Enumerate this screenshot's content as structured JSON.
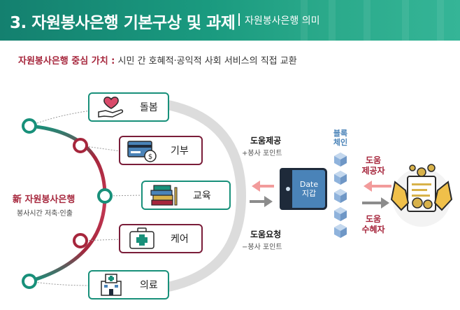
{
  "header": {
    "title": "3. 자원봉사은행 기본구상 및 과제",
    "subtitle": "자원봉사은행 의미"
  },
  "core_value": {
    "key": "자원봉사은행 중심 가치 :",
    "text": " 시민 간 호혜적·공익적 사회 서비스의 직접 교환"
  },
  "bank": {
    "title": "新 자원봉사은행",
    "subtitle": "봉사시간 저축·인출"
  },
  "services": [
    {
      "label": "돌봄",
      "icon": "heart-hand-icon"
    },
    {
      "label": "기부",
      "icon": "card-coin-icon"
    },
    {
      "label": "교육",
      "icon": "books-icon"
    },
    {
      "label": "케어",
      "icon": "first-aid-kit-icon"
    },
    {
      "label": "의료",
      "icon": "hospital-icon"
    }
  ],
  "flow": {
    "give_title": "도움제공",
    "give_sub": "+봉사 포인트",
    "request_title": "도움요청",
    "request_sub": "−봉사 포인트"
  },
  "wallet": {
    "line1": "Date",
    "line2": "지갑"
  },
  "blockchain": {
    "line1": "블록",
    "line2": "체인"
  },
  "roles": {
    "provider_line1": "도움",
    "provider_line2": "제공자",
    "receiver_line1": "도움",
    "receiver_line2": "수혜자"
  },
  "colors": {
    "header": "#1a9a7f",
    "accent_red": "#a6263c",
    "box_border": "#7a1d39",
    "teal": "#18907a",
    "blue": "#4a83b8"
  }
}
